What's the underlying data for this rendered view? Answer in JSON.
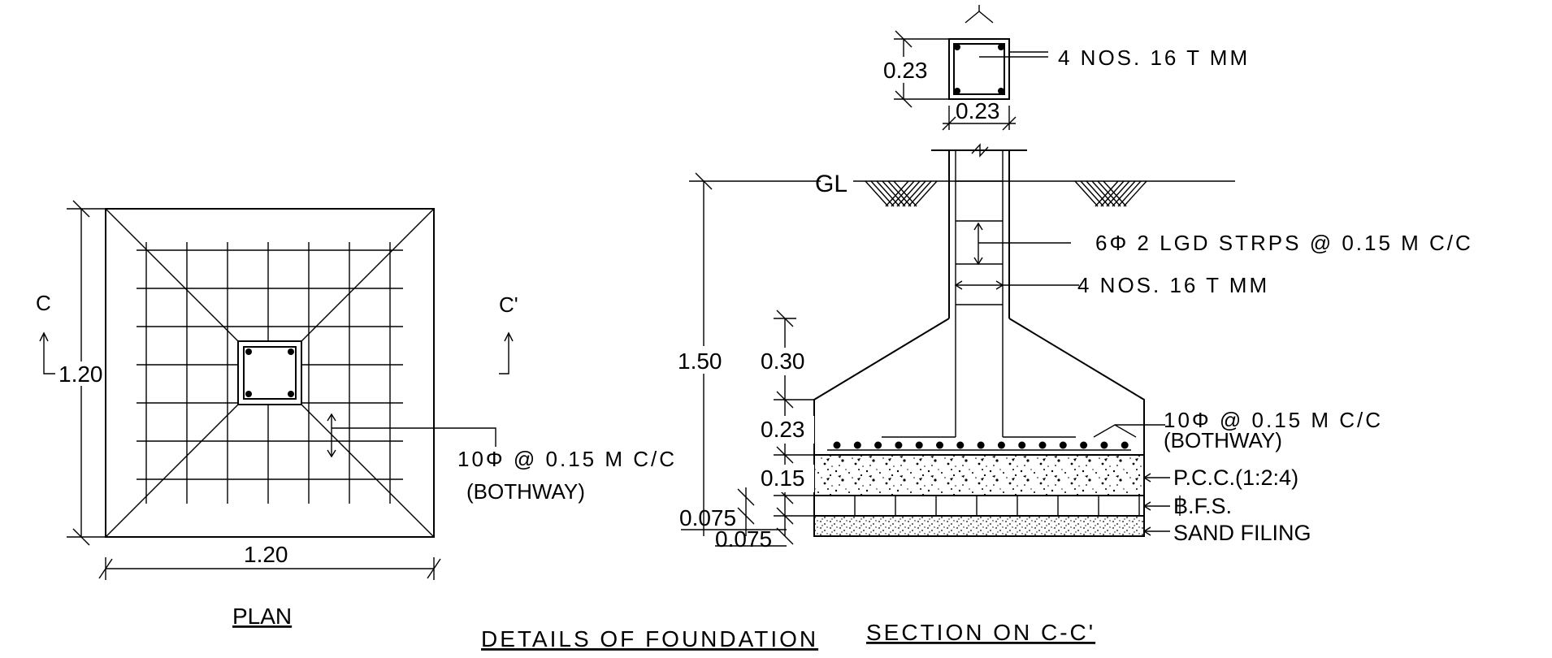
{
  "plan": {
    "width_dim": "1.20",
    "height_dim": "1.20",
    "section_mark_left": "C",
    "section_mark_right": "C'",
    "rebar_note": "10Φ  @ 0.15 M C/C",
    "rebar_note2": "(BOTHWAY)",
    "title": "PLAN"
  },
  "section": {
    "column_w": "0.23",
    "column_h": "0.23",
    "column_bars": "4 NOS. 16  T  MM",
    "ground": "GL",
    "stirrups": "6Φ   2 LGD STRPS @ 0.15 M C/C",
    "main_bars": "4 NOS. 16  T  MM",
    "depth_total": "1.50",
    "dim_030": "0.30",
    "dim_023": "0.23",
    "dim_015": "0.15",
    "dim_0075a": "0.075",
    "dim_0075b": "0.075",
    "mesh_note": "10Φ  @ 0.15 M C/C",
    "mesh_note2": "(BOTHWAY)",
    "pcc": "P.C.C.(1:2:4)",
    "bfs": "B.F.S.",
    "sand": "SAND FILING",
    "title": "SECTION ON C-C'"
  },
  "sheet_title": "DETAILS OF FOUNDATION"
}
